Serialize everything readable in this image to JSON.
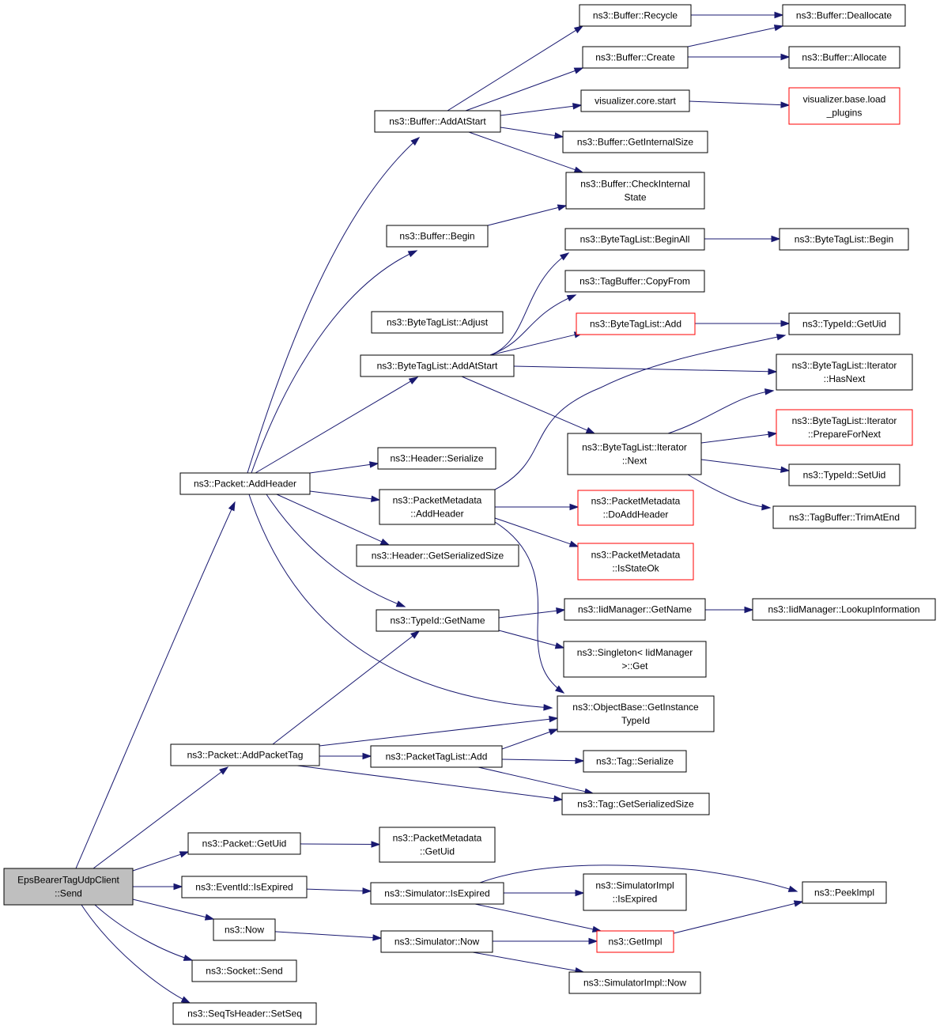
{
  "colors": {
    "edge": "#191970",
    "node_border": "#000000",
    "node_border_truncated": "#ff0000",
    "root_fill": "#bfbfbf"
  },
  "nodes": [
    {
      "id": "root",
      "lines": [
        "EpsBearerTagUdpClient",
        "::Send"
      ],
      "kind": "root"
    },
    {
      "id": "addheader",
      "lines": [
        "ns3::Packet::AddHeader"
      ]
    },
    {
      "id": "addpackettag",
      "lines": [
        "ns3::Packet::AddPacketTag"
      ]
    },
    {
      "id": "packet_getuid",
      "lines": [
        "ns3::Packet::GetUid"
      ]
    },
    {
      "id": "eventid_isexpired",
      "lines": [
        "ns3::EventId::IsExpired"
      ]
    },
    {
      "id": "now",
      "lines": [
        "ns3::Now"
      ]
    },
    {
      "id": "socket_send",
      "lines": [
        "ns3::Socket::Send"
      ]
    },
    {
      "id": "seqts_setseq",
      "lines": [
        "ns3::SeqTsHeader::SetSeq"
      ]
    },
    {
      "id": "buffer_addatstart",
      "lines": [
        "ns3::Buffer::AddAtStart"
      ]
    },
    {
      "id": "buffer_begin",
      "lines": [
        "ns3::Buffer::Begin"
      ]
    },
    {
      "id": "btl_adjust",
      "lines": [
        "ns3::ByteTagList::Adjust"
      ]
    },
    {
      "id": "btl_addatstart",
      "lines": [
        "ns3::ByteTagList::AddAtStart"
      ]
    },
    {
      "id": "header_serialize",
      "lines": [
        "ns3::Header::Serialize"
      ]
    },
    {
      "id": "pm_addheader",
      "lines": [
        "ns3::PacketMetadata",
        "::AddHeader"
      ]
    },
    {
      "id": "header_getsize",
      "lines": [
        "ns3::Header::GetSerializedSize"
      ]
    },
    {
      "id": "typeid_getname",
      "lines": [
        "ns3::TypeId::GetName"
      ]
    },
    {
      "id": "ptl_add",
      "lines": [
        "ns3::PacketTagList::Add"
      ]
    },
    {
      "id": "pm_getuid",
      "lines": [
        "ns3::PacketMetadata",
        "::GetUid"
      ]
    },
    {
      "id": "sim_isexpired",
      "lines": [
        "ns3::Simulator::IsExpired"
      ]
    },
    {
      "id": "sim_now",
      "lines": [
        "ns3::Simulator::Now"
      ]
    },
    {
      "id": "buffer_recycle",
      "lines": [
        "ns3::Buffer::Recycle"
      ]
    },
    {
      "id": "buffer_create",
      "lines": [
        "ns3::Buffer::Create"
      ]
    },
    {
      "id": "vis_core_start",
      "lines": [
        "visualizer.core.start"
      ]
    },
    {
      "id": "buffer_getinternalsize",
      "lines": [
        "ns3::Buffer::GetInternalSize"
      ]
    },
    {
      "id": "buffer_checkinternal",
      "lines": [
        "ns3::Buffer::CheckInternal",
        "State"
      ]
    },
    {
      "id": "btl_beginall",
      "lines": [
        "ns3::ByteTagList::BeginAll"
      ]
    },
    {
      "id": "tagbuffer_copyfrom",
      "lines": [
        "ns3::TagBuffer::CopyFrom"
      ]
    },
    {
      "id": "btl_add",
      "lines": [
        "ns3::ByteTagList::Add"
      ],
      "kind": "red"
    },
    {
      "id": "btl_iter_next",
      "lines": [
        "ns3::ByteTagList::Iterator",
        "::Next"
      ]
    },
    {
      "id": "pm_doaddheader",
      "lines": [
        "ns3::PacketMetadata",
        "::DoAddHeader"
      ],
      "kind": "red"
    },
    {
      "id": "pm_isstateok",
      "lines": [
        "ns3::PacketMetadata",
        "::IsStateOk"
      ],
      "kind": "red"
    },
    {
      "id": "iid_getname",
      "lines": [
        "ns3::IidManager::GetName"
      ]
    },
    {
      "id": "singleton_get",
      "lines": [
        "ns3::Singleton< IidManager",
        ">::Get"
      ]
    },
    {
      "id": "objectbase_gettypeid",
      "lines": [
        "ns3::ObjectBase::GetInstance",
        "TypeId"
      ]
    },
    {
      "id": "tag_serialize",
      "lines": [
        "ns3::Tag::Serialize"
      ]
    },
    {
      "id": "tag_getsize",
      "lines": [
        "ns3::Tag::GetSerializedSize"
      ]
    },
    {
      "id": "simimpl_isexpired",
      "lines": [
        "ns3::SimulatorImpl",
        "::IsExpired"
      ]
    },
    {
      "id": "getimpl",
      "lines": [
        "ns3::GetImpl"
      ],
      "kind": "red"
    },
    {
      "id": "simimpl_now",
      "lines": [
        "ns3::SimulatorImpl::Now"
      ]
    },
    {
      "id": "buffer_deallocate",
      "lines": [
        "ns3::Buffer::Deallocate"
      ]
    },
    {
      "id": "buffer_allocate",
      "lines": [
        "ns3::Buffer::Allocate"
      ]
    },
    {
      "id": "vis_base_load",
      "lines": [
        "visualizer.base.load",
        "_plugins"
      ],
      "kind": "red"
    },
    {
      "id": "btl_begin",
      "lines": [
        "ns3::ByteTagList::Begin"
      ]
    },
    {
      "id": "typeid_getuid",
      "lines": [
        "ns3::TypeId::GetUid"
      ]
    },
    {
      "id": "btl_iter_hasnext",
      "lines": [
        "ns3::ByteTagList::Iterator",
        "::HasNext"
      ]
    },
    {
      "id": "btl_iter_preparefornext",
      "lines": [
        "ns3::ByteTagList::Iterator",
        "::PrepareForNext"
      ],
      "kind": "red"
    },
    {
      "id": "typeid_setuid",
      "lines": [
        "ns3::TypeId::SetUid"
      ]
    },
    {
      "id": "tagbuffer_trimatend",
      "lines": [
        "ns3::TagBuffer::TrimAtEnd"
      ]
    },
    {
      "id": "iid_lookupinfo",
      "lines": [
        "ns3::IidManager::LookupInformation"
      ]
    },
    {
      "id": "peekimpl",
      "lines": [
        "ns3::PeekImpl"
      ]
    }
  ],
  "edges": [
    [
      "root",
      "addheader"
    ],
    [
      "root",
      "addpackettag"
    ],
    [
      "root",
      "packet_getuid"
    ],
    [
      "root",
      "eventid_isexpired"
    ],
    [
      "root",
      "now"
    ],
    [
      "root",
      "socket_send"
    ],
    [
      "root",
      "seqts_setseq"
    ],
    [
      "addheader",
      "buffer_addatstart"
    ],
    [
      "addheader",
      "buffer_begin"
    ],
    [
      "addheader",
      "btl_addatstart"
    ],
    [
      "addheader",
      "header_serialize"
    ],
    [
      "addheader",
      "pm_addheader"
    ],
    [
      "addheader",
      "header_getsize"
    ],
    [
      "addheader",
      "typeid_getname"
    ],
    [
      "addheader",
      "objectbase_gettypeid"
    ],
    [
      "addpackettag",
      "typeid_getname"
    ],
    [
      "addpackettag",
      "objectbase_gettypeid"
    ],
    [
      "addpackettag",
      "ptl_add"
    ],
    [
      "addpackettag",
      "tag_getsize"
    ],
    [
      "packet_getuid",
      "pm_getuid"
    ],
    [
      "eventid_isexpired",
      "sim_isexpired"
    ],
    [
      "now",
      "sim_now"
    ],
    [
      "buffer_addatstart",
      "buffer_recycle"
    ],
    [
      "buffer_addatstart",
      "buffer_create"
    ],
    [
      "buffer_addatstart",
      "vis_core_start"
    ],
    [
      "buffer_addatstart",
      "buffer_getinternalsize"
    ],
    [
      "buffer_addatstart",
      "buffer_checkinternal"
    ],
    [
      "buffer_begin",
      "buffer_checkinternal"
    ],
    [
      "btl_addatstart",
      "btl_beginall"
    ],
    [
      "btl_addatstart",
      "tagbuffer_copyfrom"
    ],
    [
      "btl_addatstart",
      "btl_add"
    ],
    [
      "btl_addatstart",
      "btl_iter_hasnext"
    ],
    [
      "btl_addatstart",
      "btl_iter_next"
    ],
    [
      "pm_addheader",
      "typeid_getuid"
    ],
    [
      "pm_addheader",
      "pm_doaddheader"
    ],
    [
      "pm_addheader",
      "pm_isstateok"
    ],
    [
      "pm_addheader",
      "objectbase_gettypeid"
    ],
    [
      "typeid_getname",
      "iid_getname"
    ],
    [
      "typeid_getname",
      "singleton_get"
    ],
    [
      "ptl_add",
      "objectbase_gettypeid"
    ],
    [
      "ptl_add",
      "tag_serialize"
    ],
    [
      "ptl_add",
      "tag_getsize"
    ],
    [
      "sim_isexpired",
      "peekimpl"
    ],
    [
      "sim_isexpired",
      "simimpl_isexpired"
    ],
    [
      "sim_isexpired",
      "getimpl"
    ],
    [
      "sim_now",
      "getimpl"
    ],
    [
      "sim_now",
      "simimpl_now"
    ],
    [
      "buffer_recycle",
      "buffer_deallocate"
    ],
    [
      "buffer_create",
      "buffer_deallocate"
    ],
    [
      "buffer_create",
      "buffer_allocate"
    ],
    [
      "vis_core_start",
      "vis_base_load"
    ],
    [
      "btl_beginall",
      "btl_begin"
    ],
    [
      "btl_add",
      "typeid_getuid"
    ],
    [
      "btl_iter_next",
      "btl_iter_hasnext"
    ],
    [
      "btl_iter_next",
      "btl_iter_preparefornext"
    ],
    [
      "btl_iter_next",
      "typeid_setuid"
    ],
    [
      "btl_iter_next",
      "tagbuffer_trimatend"
    ],
    [
      "iid_getname",
      "iid_lookupinfo"
    ],
    [
      "getimpl",
      "peekimpl"
    ]
  ]
}
